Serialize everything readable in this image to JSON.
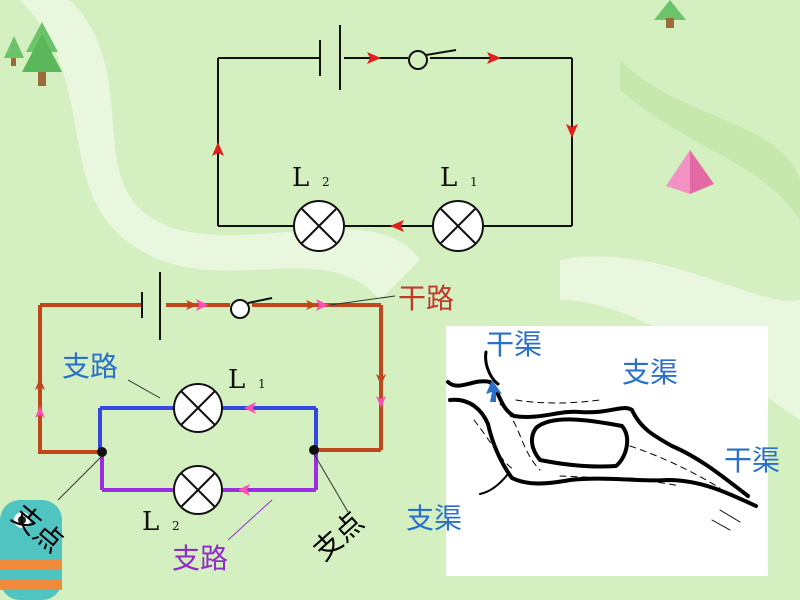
{
  "circuit_series": {
    "lamp_l2": {
      "letter": "L",
      "sub": "2"
    },
    "lamp_l1": {
      "letter": "L",
      "sub": "1"
    },
    "current_color": "#e0201c"
  },
  "circuit_parallel": {
    "main_path_label": "干路",
    "branch_upper_label": "支路",
    "branch_lower_label": "支路",
    "junction_left_label": "支点",
    "junction_right_label": "支点",
    "lamp_l1": {
      "letter": "L",
      "sub": "1"
    },
    "lamp_l2": {
      "letter": "L",
      "sub": "2"
    },
    "colors": {
      "main": "#c0471c",
      "upper": "#3646e0",
      "lower": "#9a2ee0",
      "arrow": "#ff4fb4"
    }
  },
  "canal_sketch": {
    "main_canal_top": "干渠",
    "branch_canal_top": "支渠",
    "main_canal_right": "干渠",
    "branch_canal_left": "支渠"
  }
}
